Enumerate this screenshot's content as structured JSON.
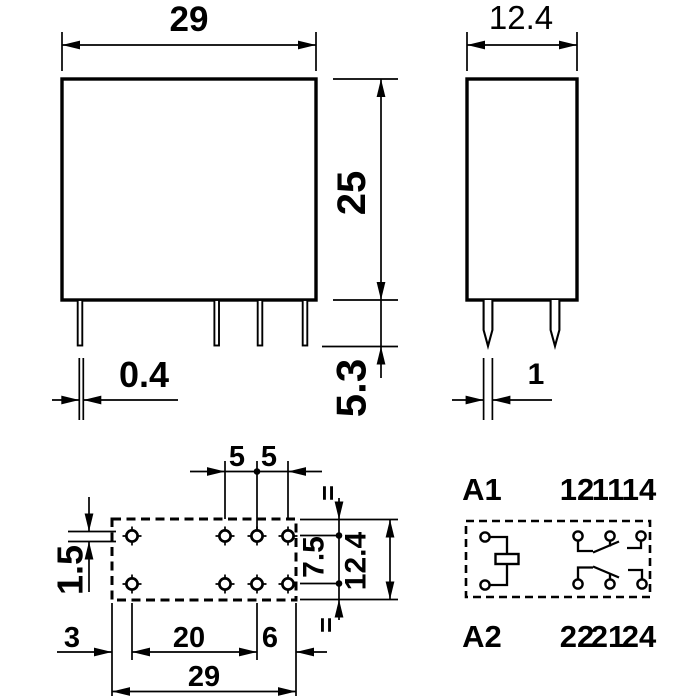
{
  "colors": {
    "ink": "#000000",
    "paper": "#ffffff"
  },
  "front_view": {
    "width": "29",
    "height": "25",
    "pin_thickness": "0.4",
    "pin_length": "5.3"
  },
  "side_view": {
    "depth": "12.4",
    "pin_width": "1"
  },
  "pcb_layout": {
    "pitch_left": "5",
    "pitch_right": "5",
    "hole_offset": "1.5",
    "row_pitch": "7.5",
    "depth": "12.4",
    "margin_left": "3",
    "pitch_main": "20",
    "pitch_end": "6",
    "width": "29",
    "equal_mark": "="
  },
  "schematic": {
    "coil_top": "A1",
    "coil_bottom": "A2",
    "top_terminals": [
      "12",
      "11",
      "14"
    ],
    "bottom_terminals": [
      "22",
      "21",
      "24"
    ]
  }
}
